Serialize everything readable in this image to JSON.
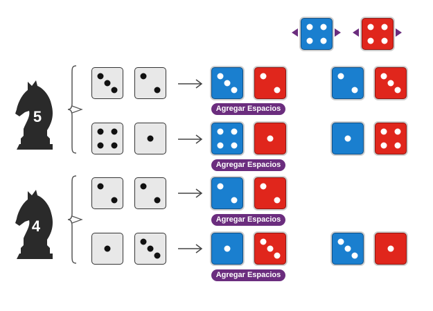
{
  "colors": {
    "blue": "#1a7fcf",
    "red": "#e0261c",
    "purple": "#6b2d7e",
    "knight": "#2a2a2a"
  },
  "legend": {
    "blue_die": 4,
    "red_die": 4
  },
  "groups": [
    {
      "knight_value": "5",
      "icon": "knight-chess-icon"
    },
    {
      "knight_value": "4",
      "icon": "knight-chess-icon"
    }
  ],
  "badge_label": "Agregar Espacios",
  "rows": [
    {
      "rolled": [
        3,
        2
      ],
      "result_blue": 3,
      "result_red": 2,
      "extra_blue": 2,
      "extra_red": 3
    },
    {
      "rolled": [
        4,
        1
      ],
      "result_blue": 4,
      "result_red": 1,
      "extra_blue": 1,
      "extra_red": 4
    },
    {
      "rolled": [
        2,
        2
      ],
      "result_blue": 2,
      "result_red": 2,
      "extra_blue": null,
      "extra_red": null
    },
    {
      "rolled": [
        1,
        3
      ],
      "result_blue": 1,
      "result_red": 3,
      "extra_blue": 3,
      "extra_red": 1
    }
  ]
}
